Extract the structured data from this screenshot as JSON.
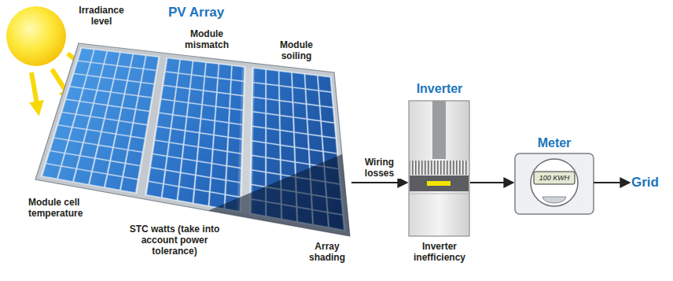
{
  "diagram": {
    "nodes": [
      {
        "text": [
          "PV Array"
        ]
      },
      {
        "text": [
          "Inverter"
        ]
      },
      {
        "text": [
          "Meter",
          "100 KWH"
        ]
      },
      {
        "text": [
          "Grid"
        ]
      }
    ],
    "edges": [
      {
        "from": 0,
        "to": 1,
        "arrow": "to",
        "label": "Wiring losses"
      },
      {
        "from": 1,
        "to": 2,
        "arrow": "to"
      },
      {
        "from": 2,
        "to": 3,
        "arrow": "to"
      }
    ],
    "labels": [
      "Irradiance level",
      "Module mismatch",
      "Module soiling",
      "Module cell temperature",
      "STC watts (take into account power tolerance)",
      "Array shading",
      "Inverter inefficiency"
    ]
  }
}
